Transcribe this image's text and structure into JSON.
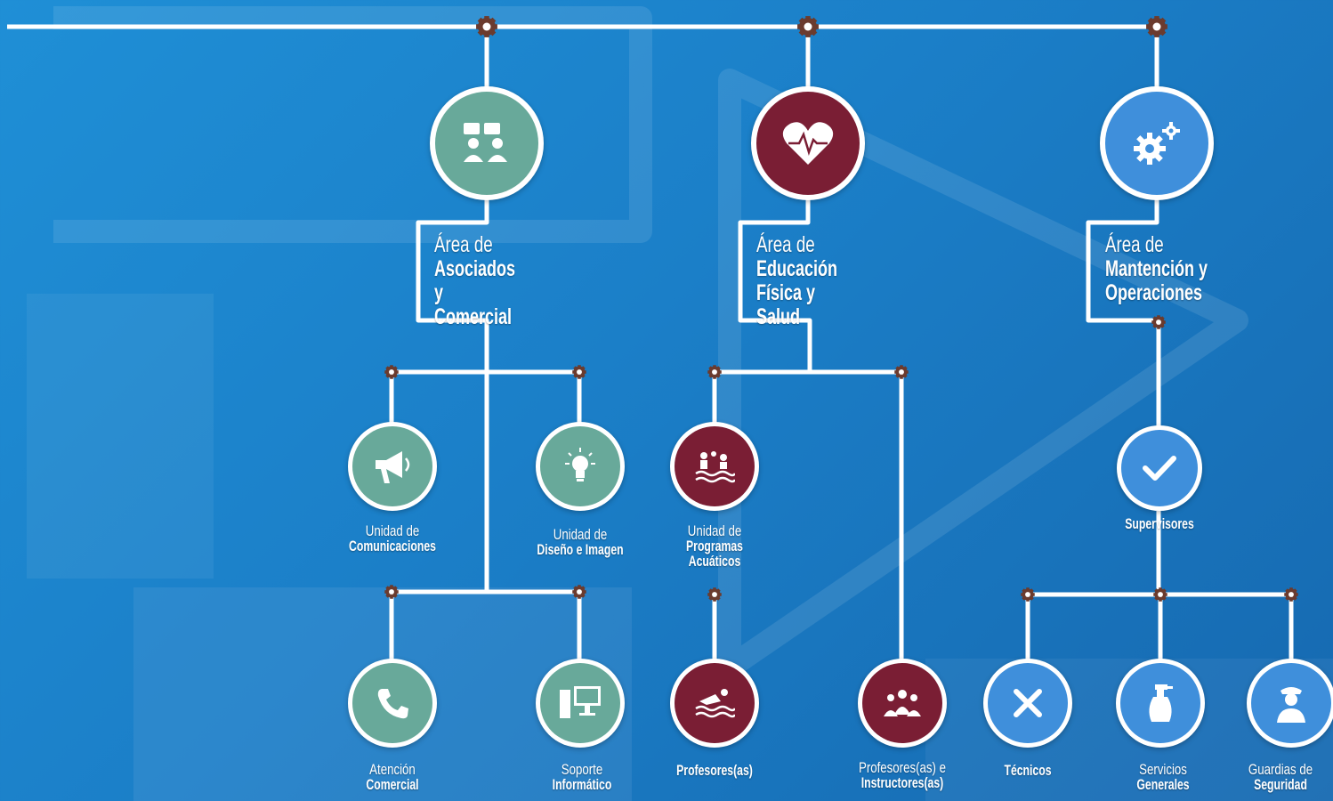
{
  "colors": {
    "line": "#ffffff",
    "gear": "#6b3b2e",
    "teal": "#68a99a",
    "maroon": "#7a1e34",
    "blue": "#3f8fdb"
  },
  "areas": {
    "asociados": {
      "line1": "Área de",
      "line2": "Asociados y",
      "line3": "Comercial",
      "icon": "chat-people-icon"
    },
    "educacion": {
      "line1": "Área de",
      "line2": "Educación",
      "line3": "Física y Salud",
      "icon": "heart-pulse-icon"
    },
    "mantencion": {
      "line1": "Área de",
      "line2": "Mantención y",
      "line3": "Operaciones",
      "icon": "gears-icon"
    }
  },
  "units": {
    "comunicaciones": {
      "line1": "Unidad de",
      "line2": "Comunicaciones",
      "icon": "megaphone-icon"
    },
    "diseno": {
      "line1": "Unidad de",
      "line2": "Diseño e Imagen",
      "icon": "lightbulb-icon"
    },
    "acuaticos": {
      "line1": "Unidad de",
      "line2": "Programas",
      "line3": "Acuáticos",
      "icon": "water-play-icon"
    },
    "supervisores": {
      "line1": "",
      "line2": "Supervisores",
      "icon": "checkmark-icon"
    },
    "atencion": {
      "line1": "Atención",
      "line2": "Comercial",
      "icon": "phone-icon"
    },
    "soporte": {
      "line1": "Soporte",
      "line2": "Informático",
      "icon": "computer-icon"
    },
    "profesores": {
      "line1": "",
      "line2": "Profesores(as)",
      "icon": "swimmer-icon"
    },
    "instructores": {
      "line1": "Profesores(as) e",
      "line2": "Instructores(as)",
      "icon": "group-icon"
    },
    "tecnicos": {
      "line1": "",
      "line2": "Técnicos",
      "icon": "tools-icon"
    },
    "servicios": {
      "line1": "Servicios",
      "line2": "Generales",
      "icon": "spray-bottle-icon"
    },
    "guardias": {
      "line1": "Guardias de",
      "line2": "Seguridad",
      "icon": "guard-icon"
    }
  }
}
